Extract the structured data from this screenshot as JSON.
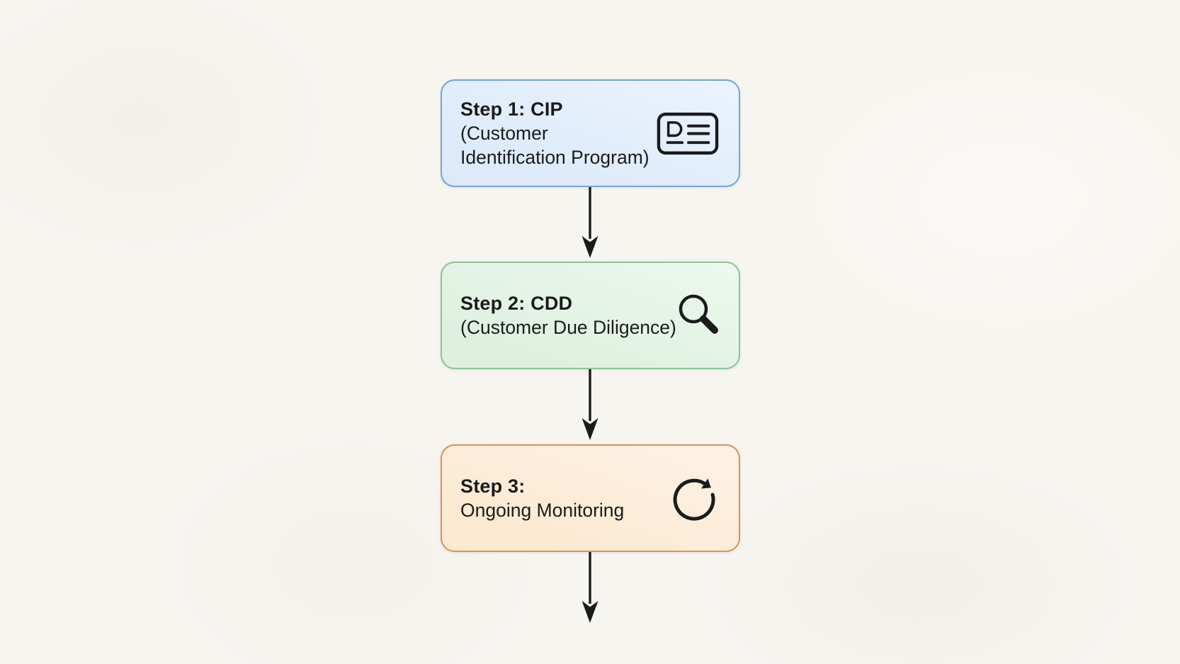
{
  "canvas": {
    "background": "#f7f5f0",
    "ink": "#1b1b1b"
  },
  "flow": {
    "arrow_color": "#1b1b1b",
    "steps": [
      {
        "title": "Step 1: CIP",
        "subtitle": "(Customer Identification Program)",
        "icon": "id-card-icon",
        "fill": "#dceafa",
        "border": "#74a4d8"
      },
      {
        "title": "Step 2: CDD",
        "subtitle": "(Customer Due Diligence)",
        "icon": "magnifier-icon",
        "fill": "#def1e0",
        "border": "#8cc496"
      },
      {
        "title": "Step 3:",
        "subtitle": "Ongoing Monitoring",
        "icon": "refresh-icon",
        "fill": "#fce9d2",
        "border": "#df9051"
      }
    ]
  }
}
